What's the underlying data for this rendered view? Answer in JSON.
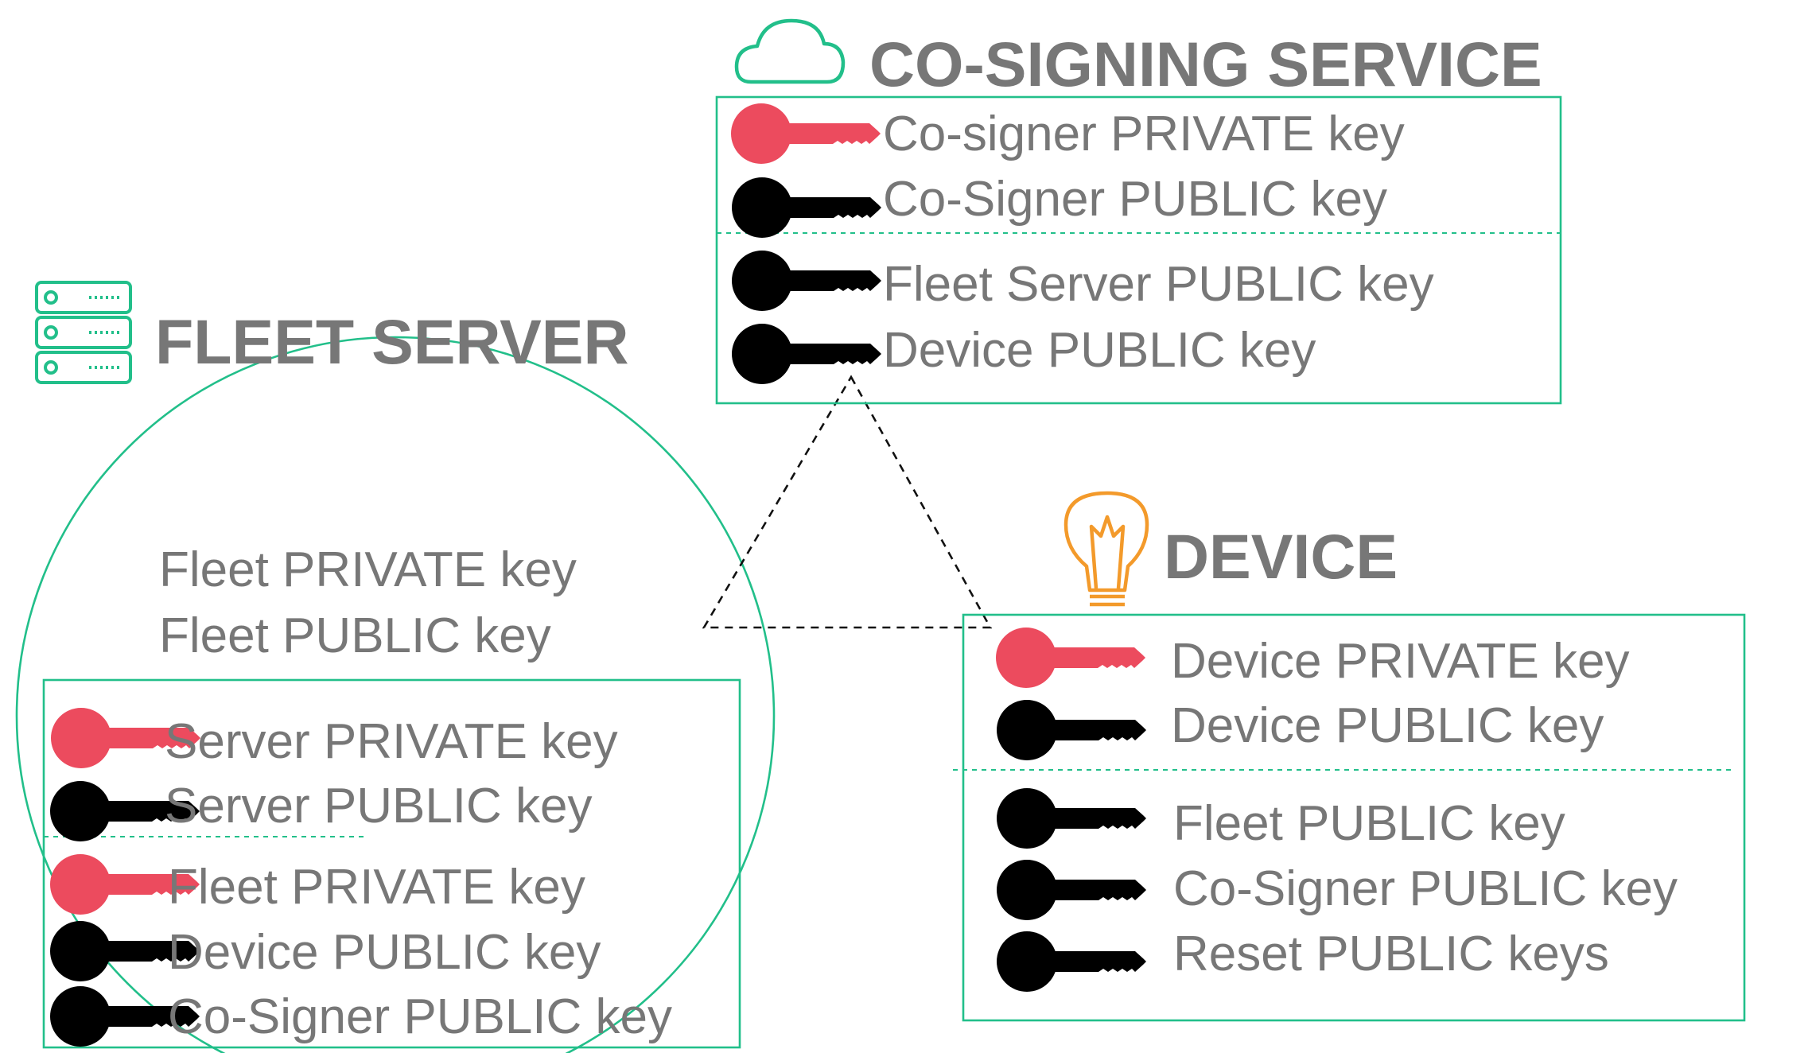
{
  "colors": {
    "accent": "#22bf8a",
    "bulb": "#f39a2b",
    "private_key": "#ec4b5e",
    "public_key": "#000000",
    "text": "#777777"
  },
  "cosigning": {
    "title": "CO-SIGNING SERVICE",
    "icon": "cloud-icon",
    "keys": [
      {
        "label": "Co-signer PRIVATE key",
        "kind": "private"
      },
      {
        "label": "Co-Signer PUBLIC key",
        "kind": "public"
      },
      {
        "label": "Fleet Server PUBLIC key",
        "kind": "public"
      },
      {
        "label": "Device PUBLIC key",
        "kind": "public"
      }
    ]
  },
  "fleet": {
    "title": "FLEET SERVER",
    "icon": "server-rack-icon",
    "circle_labels": [
      "Fleet PRIVATE key",
      "Fleet PUBLIC key"
    ],
    "keys": [
      {
        "label": "Server PRIVATE key",
        "kind": "private"
      },
      {
        "label": "Server PUBLIC key",
        "kind": "public"
      },
      {
        "label": "Fleet PRIVATE key",
        "kind": "private"
      },
      {
        "label": "Device PUBLIC key",
        "kind": "public"
      },
      {
        "label": "Co-Signer PUBLIC key",
        "kind": "public"
      }
    ]
  },
  "device": {
    "title": "DEVICE",
    "icon": "lightbulb-icon",
    "keys": [
      {
        "label": "Device PRIVATE key",
        "kind": "private"
      },
      {
        "label": "Device PUBLIC key",
        "kind": "public"
      },
      {
        "label": "Fleet PUBLIC key",
        "kind": "public"
      },
      {
        "label": "Co-Signer PUBLIC key",
        "kind": "public"
      },
      {
        "label": "Reset PUBLIC keys",
        "kind": "public"
      }
    ]
  }
}
